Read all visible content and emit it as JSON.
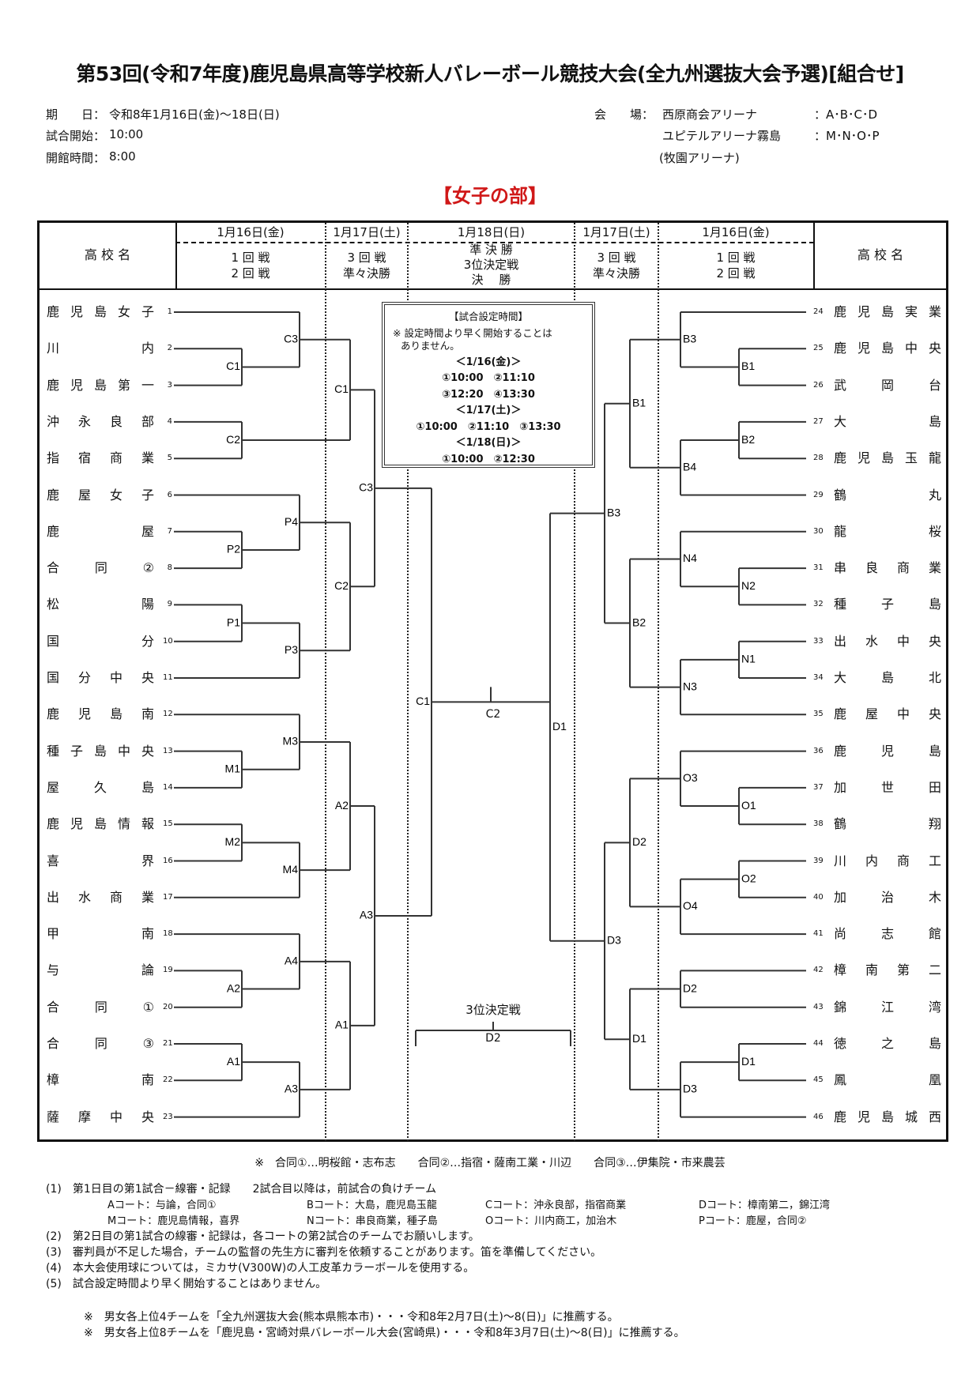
{
  "title": "第53回(令和7年度)鹿児島県高等学校新人バレーボール競技大会(全九州選抜大会予選)[組合せ]",
  "info": {
    "date_label": "期　　日：",
    "date_value": "令和8年1月16日(金)～18日(日)",
    "start_label": "試合開始：",
    "start_value": "10:00",
    "open_label": "開館時間：",
    "open_value": "8:00",
    "venue_label": "会　　場：",
    "venues": [
      {
        "name": "西原商会アリーナ",
        "courts": "：A･B･C･D"
      },
      {
        "name": "ユピテルアリーナ霧島",
        "courts": "：M･N･O･P"
      },
      {
        "name": "(牧園アリーナ)",
        "courts": ""
      }
    ]
  },
  "section": "【女子の部】",
  "header": {
    "school_name": "高 校 名",
    "columns": [
      {
        "date": "1月16日(金)",
        "rounds": [
          "1 回 戦",
          "2 回 戦"
        ]
      },
      {
        "date": "1月17日(土)",
        "rounds": [
          "3 回 戦",
          "準々決勝"
        ]
      },
      {
        "date": "1月18日(日)",
        "rounds": [
          "準 決 勝",
          "3位決定戦",
          "決　 勝"
        ]
      },
      {
        "date": "1月17日(土)",
        "rounds": [
          "3 回 戦",
          "準々決勝"
        ]
      },
      {
        "date": "1月16日(金)",
        "rounds": [
          "1 回 戦",
          "2 回 戦"
        ]
      }
    ]
  },
  "teams_left": [
    "鹿児島女子",
    "川内",
    "鹿児島第一",
    "沖永良部",
    "指宿商業",
    "鹿屋女子",
    "鹿屋",
    "合同②",
    "松陽",
    "国分",
    "国分中央",
    "鹿児島南",
    "種子島中央",
    "屋久島",
    "鹿児島情報",
    "喜界",
    "出水商業",
    "甲南",
    "与論",
    "合同①",
    "合同③",
    "樟南",
    "薩摩中央"
  ],
  "teams_right": [
    "鹿児島実業",
    "鹿児島中央",
    "武岡台",
    "大島",
    "鹿児島玉龍",
    "鶴丸",
    "龍桜",
    "串良商業",
    "種子島",
    "出水中央",
    "大島北",
    "鹿屋中央",
    "鹿児島",
    "加世田",
    "鶴翔",
    "川内商工",
    "加治木",
    "尚志館",
    "樟南第二",
    "錦江湾",
    "徳之島",
    "鳳凰",
    "鹿児島城西"
  ],
  "bracket_left": {
    "label": "C1",
    "c": [
      {
        "label": "C3",
        "c": [
          {
            "label": "C1",
            "c": [
              {
                "label": "C3",
                "c": [
                  1,
                  {
                    "label": "C1",
                    "c": [
                      2,
                      3
                    ]
                  }
                ]
              },
              {
                "label": "C2",
                "c": [
                  4,
                  5
                ]
              }
            ]
          },
          {
            "label": "C2",
            "c": [
              {
                "label": "P4",
                "c": [
                  6,
                  {
                    "label": "P2",
                    "c": [
                      7,
                      8
                    ]
                  }
                ]
              },
              {
                "label": "P3",
                "c": [
                  {
                    "label": "P1",
                    "c": [
                      9,
                      10
                    ]
                  },
                  11
                ]
              }
            ]
          }
        ]
      },
      {
        "label": "A3",
        "c": [
          {
            "label": "A2",
            "c": [
              {
                "label": "M3",
                "c": [
                  12,
                  {
                    "label": "M1",
                    "c": [
                      13,
                      14
                    ]
                  }
                ]
              },
              {
                "label": "M4",
                "c": [
                  {
                    "label": "M2",
                    "c": [
                      15,
                      16
                    ]
                  },
                  17
                ]
              }
            ]
          },
          {
            "label": "A1",
            "c": [
              {
                "label": "A4",
                "c": [
                  18,
                  {
                    "label": "A2",
                    "c": [
                      19,
                      20
                    ]
                  }
                ]
              },
              {
                "label": "A3",
                "c": [
                  {
                    "label": "A1",
                    "c": [
                      21,
                      22
                    ]
                  },
                  23
                ]
              }
            ]
          }
        ]
      }
    ]
  },
  "bracket_right": {
    "label": "D1",
    "c": [
      {
        "label": "B3",
        "c": [
          {
            "label": "B1",
            "c": [
              {
                "label": "B3",
                "c": [
                  24,
                  {
                    "label": "B1",
                    "c": [
                      25,
                      26
                    ]
                  }
                ]
              },
              {
                "label": "B4",
                "c": [
                  {
                    "label": "B2",
                    "c": [
                      27,
                      28
                    ]
                  },
                  29
                ]
              }
            ]
          },
          {
            "label": "B2",
            "c": [
              {
                "label": "N4",
                "c": [
                  30,
                  {
                    "label": "N2",
                    "c": [
                      31,
                      32
                    ]
                  }
                ]
              },
              {
                "label": "N3",
                "c": [
                  {
                    "label": "N1",
                    "c": [
                      33,
                      34
                    ]
                  },
                  35
                ]
              }
            ]
          }
        ]
      },
      {
        "label": "D3",
        "c": [
          {
            "label": "D2",
            "c": [
              {
                "label": "O3",
                "c": [
                  36,
                  {
                    "label": "O1",
                    "c": [
                      37,
                      38
                    ]
                  }
                ]
              },
              {
                "label": "O4",
                "c": [
                  {
                    "label": "O2",
                    "c": [
                      39,
                      40
                    ]
                  },
                  41
                ]
              }
            ]
          },
          {
            "label": "D1",
            "c": [
              {
                "label": "D2",
                "round": 2,
                "c": [
                  42,
                  43
                ]
              },
              {
                "label": "D3",
                "c": [
                  {
                    "label": "D1",
                    "c": [
                      44,
                      45
                    ]
                  },
                  46
                ]
              }
            ]
          }
        ]
      }
    ]
  },
  "final_label": "C2",
  "third_place": {
    "title": "3位決定戦",
    "label": "D2"
  },
  "schedule": {
    "title": "【試合設定時間】",
    "note1": "※ 設定時間より早く開始することは",
    "note2": "ありません。",
    "day1": "＜1/16(金)＞",
    "day1_a": "①10:00　②11:10",
    "day1_b": "③12:20　④13:30",
    "day2": "＜1/17(土)＞",
    "day2_a": "①10:00　②11:10　③13:30",
    "day3": "＜1/18(日)＞",
    "day3_a": "①10:00　②12:30"
  },
  "joint_note": "※　合同①…明桜館・志布志　　合同②…指宿・薩南工業・川辺　　合同③…伊集院・市来農芸",
  "notes": {
    "n1": "(1)　第1日目の第1試合－線審・記録　　2試合目以降は，前試合の負けチーム",
    "courts": [
      [
        "Aコート：与論，合同①",
        "Bコート：大島，鹿児島玉龍",
        "Cコート：沖永良部，指宿商業",
        "Dコート：樟南第二，錦江湾"
      ],
      [
        "Mコート：鹿児島情報，喜界",
        "Nコート：串良商業，種子島",
        "Oコート：川内商工，加治木",
        "Pコート：鹿屋，合同②"
      ]
    ],
    "n2": "(2)　第2日目の第1試合の線審・記録は，各コートの第2試合のチームでお願いします。",
    "n3": "(3)　審判員が不足した場合，チームの監督の先生方に審判を依頼することがあります。笛を準備してください。",
    "n4": "(4)　本大会使用球については，ミカサ(V300W)の人工皮革カラーボールを使用する。",
    "n5": "(5)　試合設定時間より早く開始することはありません。",
    "r1": "※　男女各上位4チームを「全九州選抜大会(熊本県熊本市)・・・令和8年2月7日(土)～8(日)」に推薦する。",
    "r2": "※　男女各上位8チームを「鹿児島・宮崎対県バレーボール大会(宮崎県)・・・令和8年3月7日(土)～8(日)」に推薦する。"
  }
}
